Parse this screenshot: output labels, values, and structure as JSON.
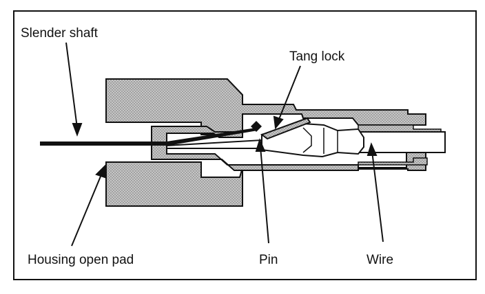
{
  "labels": {
    "slender_shaft": "Slender shaft",
    "tang_lock": "Tang lock",
    "housing_open_pad": "Housing open pad",
    "pin": "Pin",
    "wire": "Wire"
  },
  "colors": {
    "ink": "#111111",
    "shade": "#b8b8b8",
    "paper": "#ffffff"
  }
}
